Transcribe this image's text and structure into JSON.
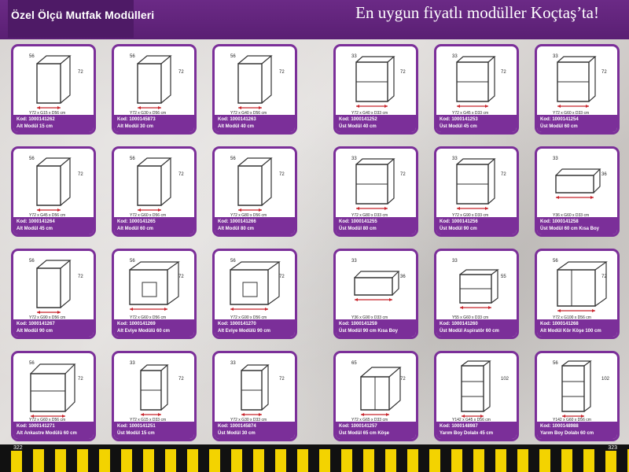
{
  "header": {
    "section_title": "Özel Ölçü Mutfak Modülleri",
    "slogan": "En uygun fiyatlı modüller Koçtaş’ta!"
  },
  "footer": {
    "page_left": "322",
    "page_right": "323"
  },
  "modules": [
    {
      "code": "Kod: 1000141262",
      "name": "Alt Modül 15 cm",
      "dims": "Y72 x G15 x D56 cm",
      "d": "56",
      "h": "72",
      "type": "base"
    },
    {
      "code": "Kod: 1000145873",
      "name": "Alt Modül 30 cm",
      "dims": "Y72 x G30 x D56 cm",
      "d": "56",
      "h": "72",
      "type": "base"
    },
    {
      "code": "Kod: 1000141263",
      "name": "Alt Modül 40 cm",
      "dims": "Y72 x G40 x D56 cm",
      "d": "56",
      "h": "72",
      "type": "base"
    },
    {
      "code": "Kod: 1000141252",
      "name": "Üst Modül 40 cm",
      "dims": "Y72 x G40 x D33 cm",
      "d": "33",
      "h": "72",
      "type": "wall"
    },
    {
      "code": "Kod: 1000141253",
      "name": "Üst Modül 45 cm",
      "dims": "Y72 x G45 x D33 cm",
      "d": "33",
      "h": "72",
      "type": "wall"
    },
    {
      "code": "Kod: 1000141254",
      "name": "Üst Modül 60 cm",
      "dims": "Y72 x G60 x D33 cm",
      "d": "33",
      "h": "72",
      "type": "wall"
    },
    {
      "code": "Kod: 1000141264",
      "name": "Alt Modül 45 cm",
      "dims": "Y72 x G45 x D56 cm",
      "d": "56",
      "h": "72",
      "type": "base"
    },
    {
      "code": "Kod: 1000141265",
      "name": "Alt Modül 60 cm",
      "dims": "Y72 x G60 x D56 cm",
      "d": "56",
      "h": "72",
      "type": "base"
    },
    {
      "code": "Kod: 1000141266",
      "name": "Alt Modül 80 cm",
      "dims": "Y72 x G80 x D56 cm",
      "d": "56",
      "h": "72",
      "type": "base"
    },
    {
      "code": "Kod: 1000141255",
      "name": "Üst Modül 80 cm",
      "dims": "Y72 x G80 x D33 cm",
      "d": "33",
      "h": "72",
      "type": "wall"
    },
    {
      "code": "Kod: 1000141256",
      "name": "Üst Modül 90 cm",
      "dims": "Y72 x G90 x D33 cm",
      "d": "33",
      "h": "72",
      "type": "wall"
    },
    {
      "code": "Kod: 1000141258",
      "name": "Üst Modül 60 cm Kısa Boy",
      "dims": "Y36 x G60 x D33 cm",
      "d": "33",
      "h": "36",
      "type": "short"
    },
    {
      "code": "Kod: 1000141267",
      "name": "Alt Modül 90 cm",
      "dims": "Y72 x G90 x D56 cm",
      "d": "56",
      "h": "72",
      "type": "base"
    },
    {
      "code": "Kod: 1000141269",
      "name": "Alt Eviye Modülü 60 cm",
      "dims": "Y72 x G60 x D56 cm",
      "d": "56",
      "h": "72",
      "type": "sink"
    },
    {
      "code": "Kod: 1000141270",
      "name": "Alt Eviye Modülü 90 cm",
      "dims": "Y72 x G90 x D56 cm",
      "d": "56",
      "h": "72",
      "type": "sink"
    },
    {
      "code": "Kod: 1000141259",
      "name": "Üst Modül 90 cm Kısa Boy",
      "dims": "Y36 x G90 x D33 cm",
      "d": "33",
      "h": "36",
      "type": "short"
    },
    {
      "code": "Kod: 1000141260",
      "name": "Üst Modül Aspiratör 60 cm",
      "dims": "Y55 x G60 x D33 cm",
      "d": "33",
      "h": "55",
      "type": "hood"
    },
    {
      "code": "Kod: 1000141268",
      "name": "Alt Modül Kör Köşe 100 cm",
      "dims": "Y72 x G100 x D56 cm",
      "d": "56",
      "h": "72",
      "type": "blind"
    },
    {
      "code": "Kod: 1000141271",
      "name": "Alt Ankastre Modülü 60 cm",
      "dims": "Y72 x G60 x D56 cm",
      "d": "56",
      "h": "72",
      "type": "oven"
    },
    {
      "code": "Kod: 1000141251",
      "name": "Üst Modül 15 cm",
      "dims": "Y72 x G15 x D33 cm",
      "d": "33",
      "h": "72",
      "type": "narrowwall"
    },
    {
      "code": "Kod: 1000145874",
      "name": "Üst Modül 30 cm",
      "dims": "Y72 x G30 x D33 cm",
      "d": "33",
      "h": "72",
      "type": "narrowwall"
    },
    {
      "code": "Kod: 1000141257",
      "name": "Üst Modül 65 cm Köşe",
      "dims": "Y72 x G65 x D33 cm",
      "d": "65",
      "h": "72",
      "type": "corner"
    },
    {
      "code": "Kod: 1000148987",
      "name": "Yarım Boy Dolabı 45 cm",
      "dims": "Y142 x G45 x D56 cm",
      "d": "",
      "h": "102",
      "type": "tall"
    },
    {
      "code": "Kod: 1000148988",
      "name": "Yarım Boy Dolabı 60 cm",
      "dims": "Y142 x G60 x D56 cm",
      "d": "56",
      "h": "102",
      "type": "tall"
    }
  ]
}
